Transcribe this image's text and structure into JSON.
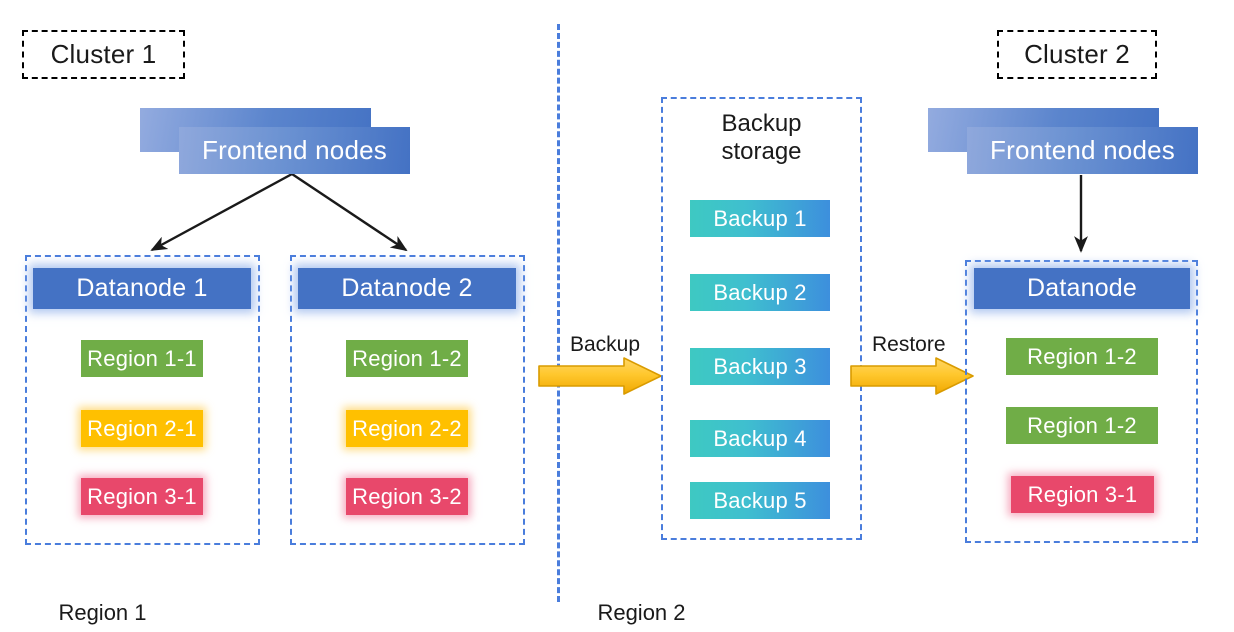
{
  "diagram": {
    "title_left": "Cluster 1",
    "title_right": "Cluster 2",
    "region_label_left": "Region 1",
    "region_label_right": "Region 2",
    "colors": {
      "cluster_tag_border": "#000000",
      "dashed_blue": "#4a7ddc",
      "datanode_blue": "#4472c4",
      "frontend_gradient_start": "#8fa8dc",
      "frontend_gradient_end": "#4472c4",
      "region_green": "#70ad47",
      "region_yellow": "#ffc000",
      "region_red": "#e8486b",
      "backup_gradient_start": "#3ec9c2",
      "backup_gradient_end": "#3d8fdd",
      "arrow_yellow": "#ffc000",
      "arrow_yellow_border": "#d99b00",
      "connector_black": "#1a1a1a"
    }
  },
  "cluster1": {
    "frontend": {
      "label": "Frontend nodes"
    },
    "datanodes": [
      {
        "title": "Datanode 1",
        "regions": [
          {
            "label": "Region 1-1",
            "color": "green"
          },
          {
            "label": "Region 2-1",
            "color": "yellow"
          },
          {
            "label": "Region 3-1",
            "color": "red"
          }
        ]
      },
      {
        "title": "Datanode 2",
        "regions": [
          {
            "label": "Region 1-2",
            "color": "green"
          },
          {
            "label": "Region 2-2",
            "color": "yellow"
          },
          {
            "label": "Region 3-2",
            "color": "red"
          }
        ]
      }
    ]
  },
  "backup_storage": {
    "title_line1": "Backup",
    "title_line2": "storage",
    "items": [
      {
        "label": "Backup 1"
      },
      {
        "label": "Backup 2"
      },
      {
        "label": "Backup 3"
      },
      {
        "label": "Backup 4"
      },
      {
        "label": "Backup 5"
      }
    ]
  },
  "cluster2": {
    "frontend": {
      "label": "Frontend nodes"
    },
    "datanode": {
      "title": "Datanode",
      "regions": [
        {
          "label": "Region 1-2",
          "color": "green"
        },
        {
          "label": "Region 1-2",
          "color": "green"
        },
        {
          "label": "Region 3-1",
          "color": "red"
        }
      ]
    }
  },
  "flows": {
    "backup": {
      "label": "Backup"
    },
    "restore": {
      "label": "Restore"
    }
  }
}
